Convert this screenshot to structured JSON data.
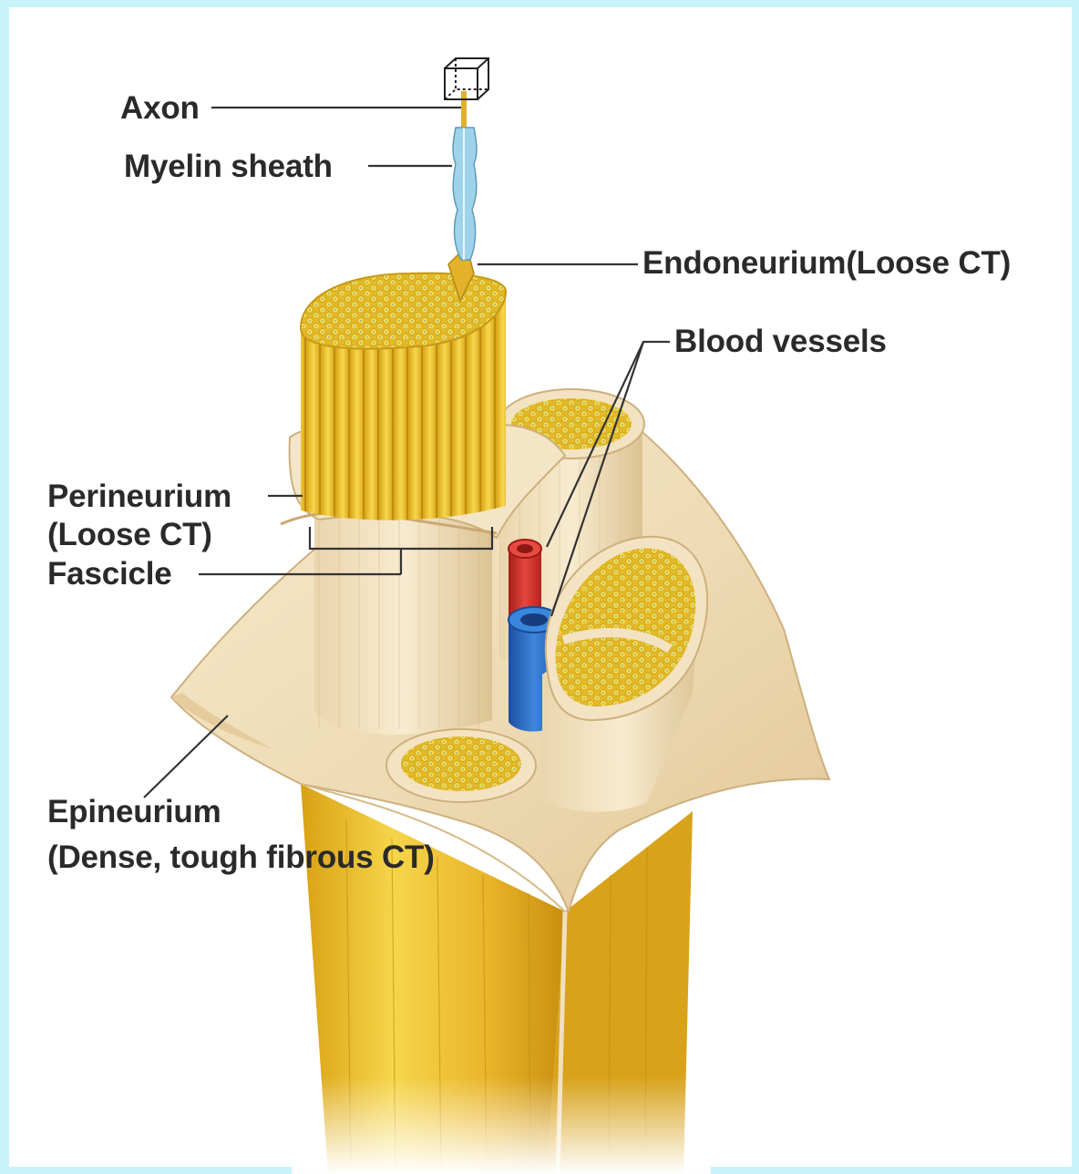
{
  "labels": {
    "axon": "Axon",
    "myelin_sheath": "Myelin sheath",
    "endoneurium": "Endoneurium(Loose CT)",
    "blood_vessels": "Blood vessels",
    "perineurium_line1": "Perineurium",
    "perineurium_line2": "(Loose CT)",
    "fascicle": "Fascicle",
    "epineurium_line1": "Epineurium",
    "epineurium_line2": "(Dense, tough fibrous CT)"
  },
  "colors": {
    "frame_border": "#c9f3fb",
    "nerve_yellow": "#e8b826",
    "sheath_beige": "#f1dfbe",
    "artery_red": "#d6302a",
    "vein_blue": "#2d6fc7",
    "myelin_blue": "#9fd3ea",
    "leader_line": "#333333"
  },
  "icons": [
    "cube-outline-icon"
  ]
}
